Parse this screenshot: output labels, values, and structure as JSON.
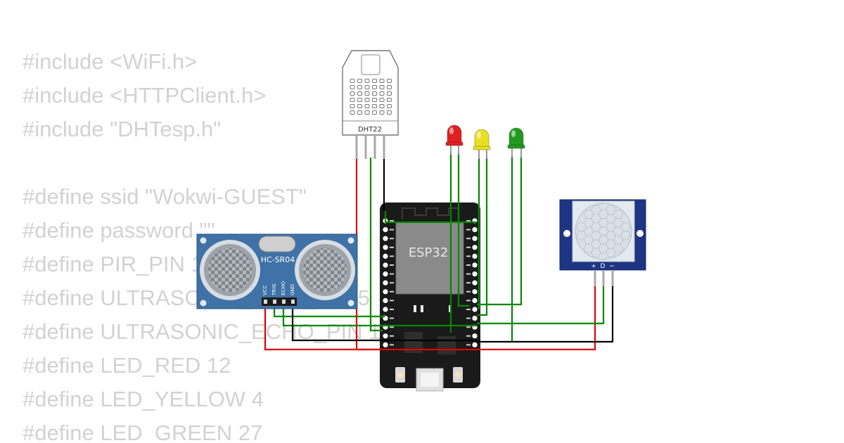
{
  "code_lines": [
    "#include <WiFi.h>",
    "#include <HTTPClient.h>",
    "#include \"DHTesp.h\"",
    "",
    "#define ssid \"Wokwi-GUEST\"",
    "#define password \"\"",
    "#define PIR_PIN 13",
    "#define ULTRASONIC_TRIG_PIN 5",
    "#define ULTRASONIC_ECHO_PIN 18",
    "#define LED_RED 12",
    "#define LED_YELLOW 4",
    "#define LED_GREEN 27"
  ],
  "components": {
    "dht22": {
      "label": "DHT22"
    },
    "esp32": {
      "label": "ESP32"
    },
    "hcsr04": {
      "label": "HC-SR04",
      "pins": [
        "VCC",
        "TRIG",
        "ECHO",
        "GND"
      ]
    },
    "pir": {
      "pins": [
        "+",
        "D",
        "−"
      ]
    },
    "leds": [
      {
        "color_name": "red",
        "color": "#e02020"
      },
      {
        "color_name": "yellow",
        "color": "#e8e020"
      },
      {
        "color_name": "green",
        "color": "#229a22"
      }
    ]
  },
  "wire_colors": {
    "power": "#e00000",
    "ground": "#000000",
    "signal": "#008800"
  }
}
